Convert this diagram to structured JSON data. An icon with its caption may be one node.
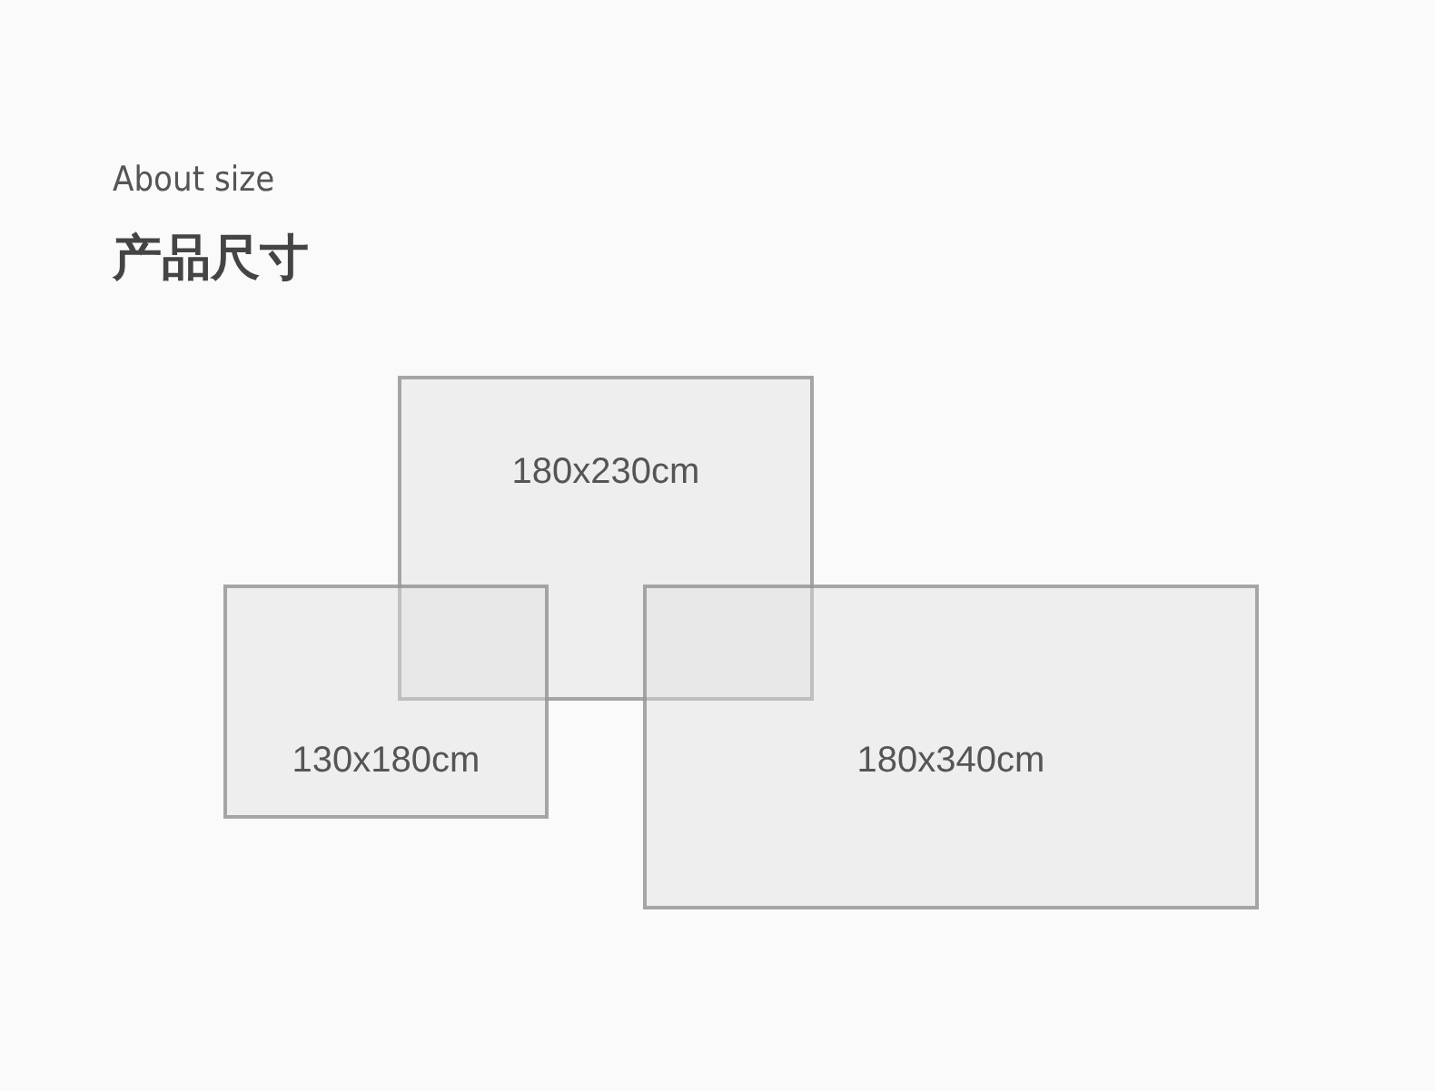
{
  "diagram": {
    "title": "产品尺寸",
    "nodes": [
      {
        "text": [
          "180x230cm"
        ]
      },
      {
        "text": [
          "130x180cm"
        ]
      },
      {
        "text": [
          "180x340cm"
        ]
      }
    ],
    "labels": [
      "About size"
    ]
  }
}
